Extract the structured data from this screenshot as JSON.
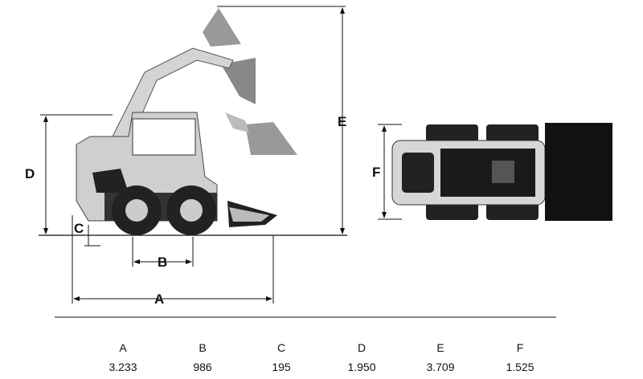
{
  "diagram": {
    "labels": {
      "A": "A",
      "B": "B",
      "C": "C",
      "D": "D",
      "E": "E",
      "F": "F"
    }
  },
  "table": {
    "columns": [
      {
        "key": "A",
        "value": "3.233"
      },
      {
        "key": "B",
        "value": "986"
      },
      {
        "key": "C",
        "value": "195"
      },
      {
        "key": "D",
        "value": "1.950"
      },
      {
        "key": "E",
        "value": "3.709"
      },
      {
        "key": "F",
        "value": "1.525"
      }
    ]
  }
}
